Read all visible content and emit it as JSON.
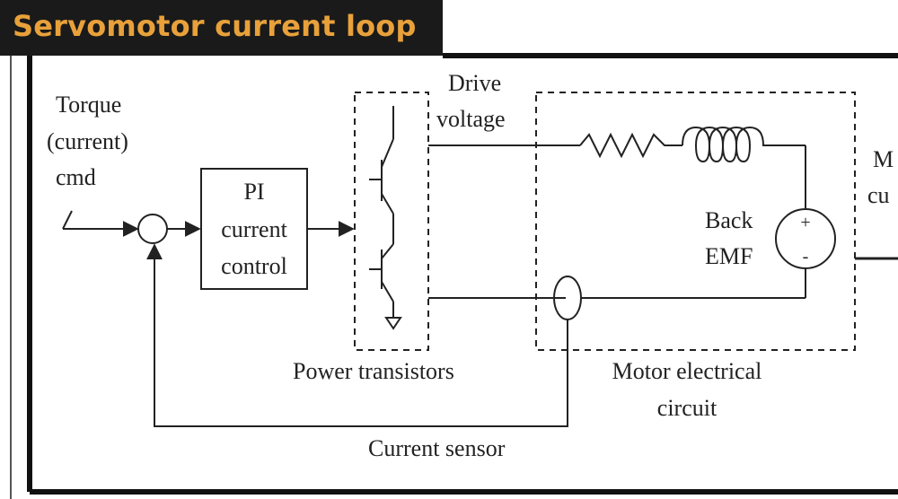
{
  "title": "Servomotor current loop",
  "colors": {
    "title_bg": "#1a1a1a",
    "title_text": "#e8a13a",
    "line": "#222222",
    "frame": "#111111"
  },
  "labels": {
    "torque_cmd": [
      "Torque",
      "(current)",
      "cmd"
    ],
    "pi_block": [
      "PI",
      "current",
      "control"
    ],
    "drive_voltage": [
      "Drive",
      "voltage"
    ],
    "back_emf": [
      "Back",
      "EMF"
    ],
    "plus": "+",
    "minus": "-",
    "power_transistors": "Power transistors",
    "motor_circuit": [
      "Motor electrical",
      "circuit"
    ],
    "current_sensor": "Current sensor",
    "right_clipped": [
      "M",
      "cu"
    ]
  }
}
